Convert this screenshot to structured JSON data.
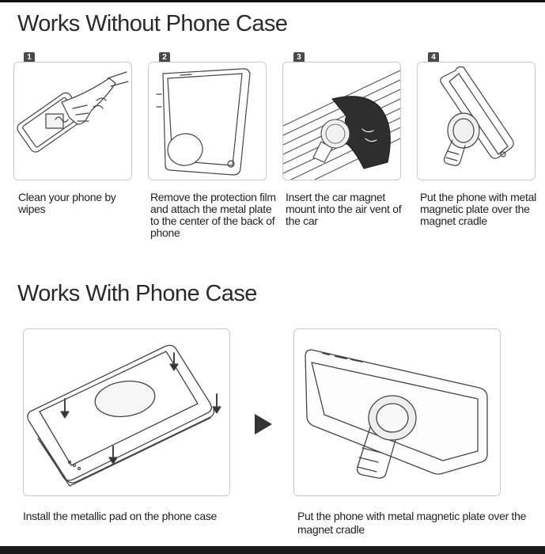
{
  "section_without_case": {
    "title": "Works Without Phone Case",
    "steps": [
      {
        "number": "1",
        "text": "Clean your phone by wipes",
        "icon": "phone-wipe-icon"
      },
      {
        "number": "2",
        "text": "Remove the protection film and attach the metal plate to the center of the back of phone",
        "icon": "phone-plate-icon"
      },
      {
        "number": "3",
        "text": "Insert the car magnet mount into the air vent of the car",
        "icon": "vent-mount-icon"
      },
      {
        "number": "4",
        "text": "Put the phone with metal magnetic plate over the magnet cradle",
        "icon": "phone-on-mount-icon"
      }
    ]
  },
  "section_with_case": {
    "title": "Works With Phone Case",
    "left_caption": "Install the metallic pad on the phone case",
    "right_caption": "Put the phone with metal magnetic plate over the magnet cradle",
    "arrow_icon": "arrow-right-icon"
  }
}
